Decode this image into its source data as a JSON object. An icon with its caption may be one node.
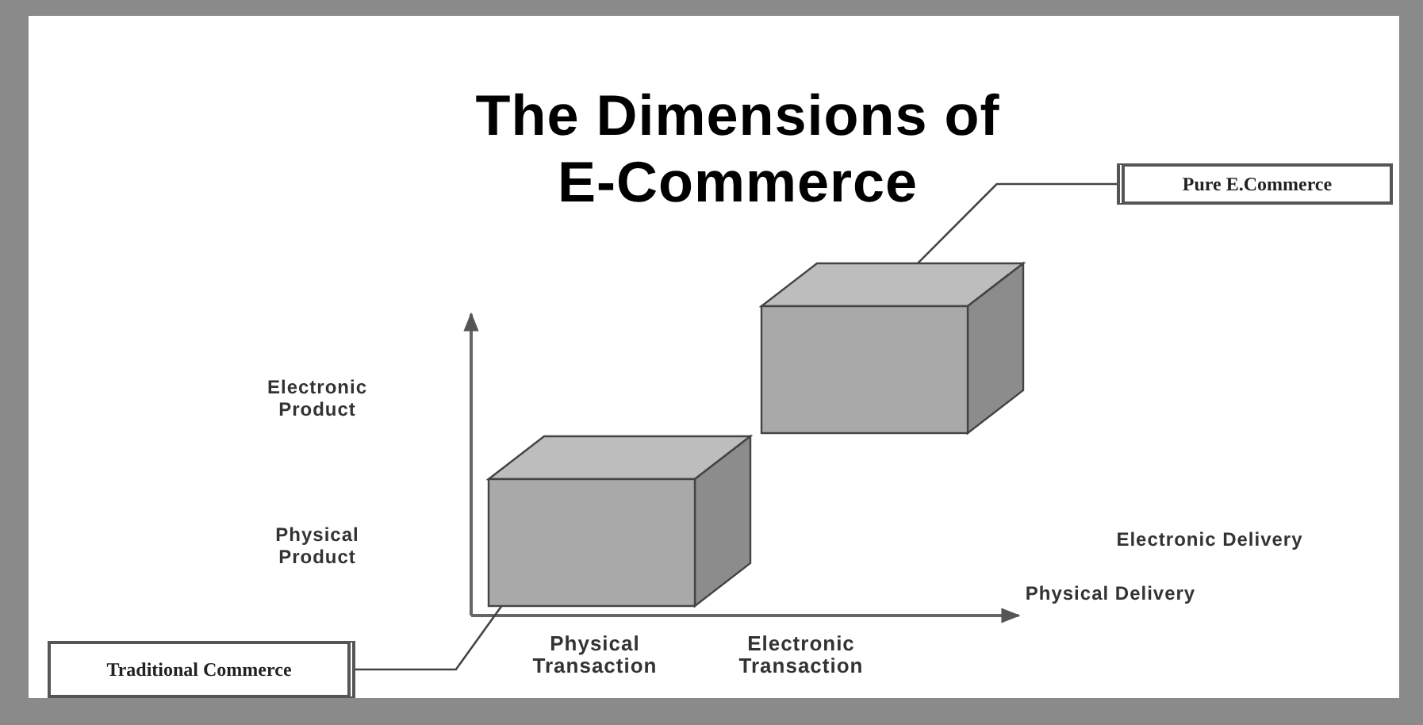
{
  "diagram": {
    "title": "The Dimensions of E-Commerce",
    "nodes": [
      {
        "text": [
          "Pure E.Commerce"
        ]
      },
      {
        "text": [
          "Traditional Commerce"
        ]
      },
      {
        "text": [],
        "shape": "box"
      },
      {
        "text": [],
        "shape": "box"
      }
    ],
    "edges": [
      {
        "from": 0,
        "to": 2,
        "arrow": "none"
      },
      {
        "from": 1,
        "to": 3,
        "arrow": "none"
      }
    ],
    "labels": [
      "Electronic Product",
      "Physical Product",
      "Electronic Delivery",
      "Physical Delivery",
      "Physical Transaction",
      "Electronic Transaction"
    ]
  }
}
